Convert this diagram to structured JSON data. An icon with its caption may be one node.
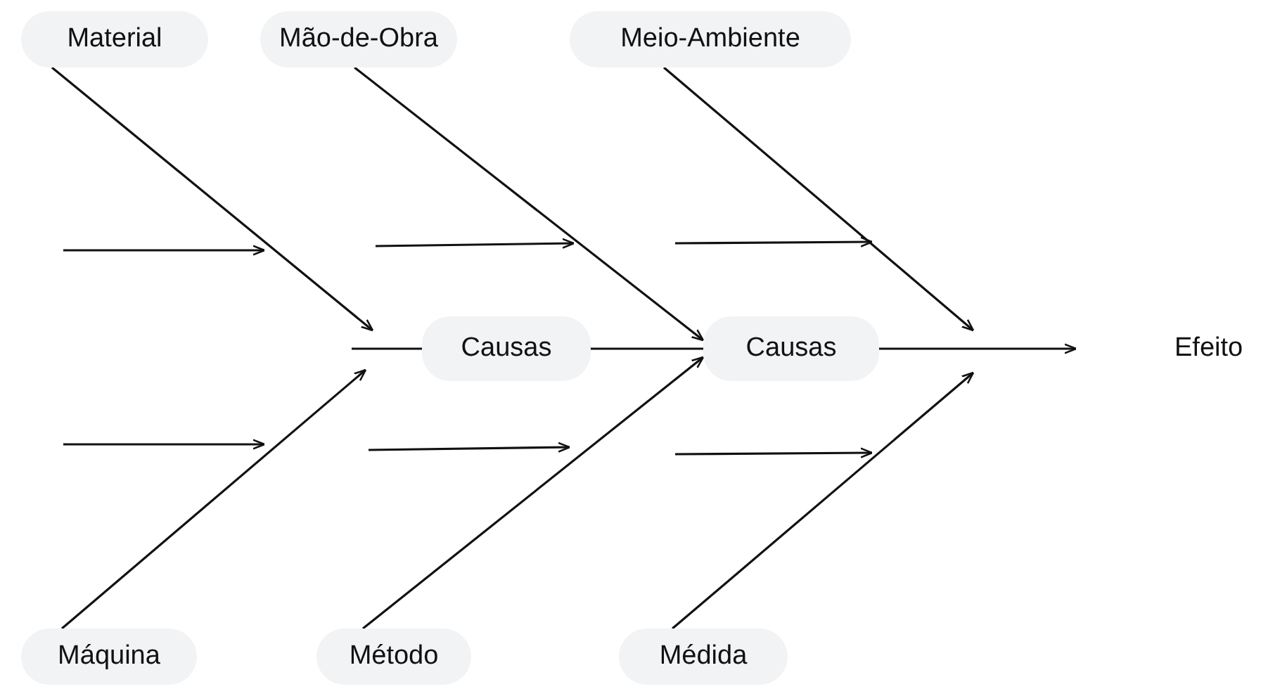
{
  "diagram": {
    "nodes": [
      {
        "text": [
          "Material"
        ]
      },
      {
        "text": [
          "Mão-de-Obra"
        ]
      },
      {
        "text": [
          "Meio-Ambiente"
        ]
      },
      {
        "text": [
          "Causas"
        ]
      },
      {
        "text": [
          "Causas"
        ]
      },
      {
        "text": [
          "Efeito"
        ]
      },
      {
        "text": [
          "Máquina"
        ]
      },
      {
        "text": [
          "Método"
        ]
      },
      {
        "text": [
          "Médida"
        ]
      }
    ],
    "edges": [
      {
        "from": 0,
        "to": null,
        "arrow": "to"
      },
      {
        "from": 1,
        "to": 4,
        "arrow": "to"
      },
      {
        "from": 2,
        "to": null,
        "arrow": "to"
      },
      {
        "from": 6,
        "to": null,
        "arrow": "to"
      },
      {
        "from": 7,
        "to": 4,
        "arrow": "to"
      },
      {
        "from": 8,
        "to": null,
        "arrow": "to"
      },
      {
        "from": null,
        "to": 3,
        "arrow": "none"
      },
      {
        "from": 3,
        "to": 4,
        "arrow": "none"
      },
      {
        "from": 4,
        "to": 5,
        "arrow": "to"
      }
    ]
  }
}
